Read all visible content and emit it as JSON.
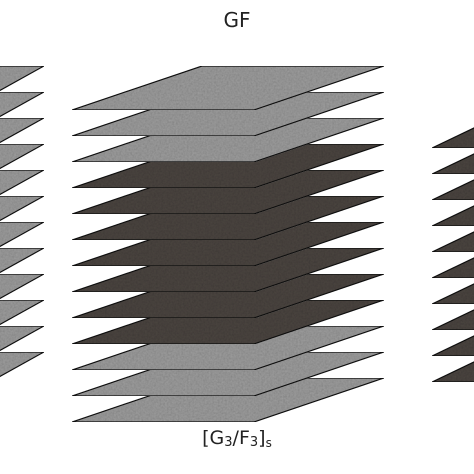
{
  "title": "GF",
  "caption": {
    "open": "[G",
    "g_sub": "3",
    "slash": "/F",
    "f_sub": "3",
    "close": "]",
    "s_sub": "s"
  },
  "colors": {
    "light_layer": "#a3a3a3",
    "dark_layer": "#4e4843",
    "outline": "#111111"
  },
  "stacks": [
    {
      "name": "left-stack",
      "layers": [
        "light",
        "light",
        "light",
        "light",
        "light",
        "light",
        "light",
        "light",
        "light",
        "light",
        "light",
        "light"
      ]
    },
    {
      "name": "center-stack",
      "layers": [
        "light",
        "light",
        "light",
        "dark",
        "dark",
        "dark",
        "dark",
        "dark",
        "dark",
        "dark",
        "light",
        "light",
        "light"
      ]
    },
    {
      "name": "right-stack",
      "layers": [
        "dark",
        "dark",
        "dark",
        "dark",
        "dark",
        "dark",
        "dark",
        "dark",
        "dark",
        "dark"
      ]
    }
  ]
}
